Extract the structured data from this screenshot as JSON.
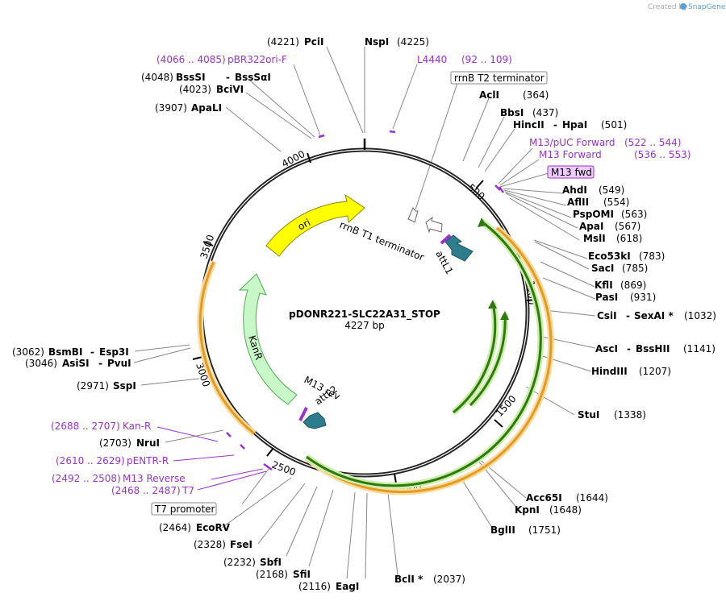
{
  "credit": {
    "prefix": "Created by",
    "brand": "SnapGene"
  },
  "plasmid": {
    "name": "pDONR221-SLC22A31_STOP",
    "size": "4227 bp"
  },
  "ticks": [
    "500",
    "1000",
    "1500",
    "2000",
    "2500",
    "3000",
    "3500",
    "4000"
  ],
  "features": {
    "ori": "ori",
    "kanr": "KanR",
    "rrnb_t1": "rrnB T1 terminator",
    "attl1": "attL1",
    "m13rev": "M13 rev",
    "attl2": "attL2"
  },
  "sites_right": [
    {
      "name": "NspI",
      "pos": "(4225)"
    },
    {
      "name": "AclI",
      "pos": "(364)"
    },
    {
      "name": "BbsI",
      "pos": "(437)"
    },
    {
      "name": "HincII",
      "name2": "HpaI",
      "pos": "(501)"
    },
    {
      "name": "AhdI",
      "pos": "(549)"
    },
    {
      "name": "AflII",
      "pos": "(554)"
    },
    {
      "name": "PspOMI",
      "pos": "(563)"
    },
    {
      "name": "ApaI",
      "pos": "(567)"
    },
    {
      "name": "MslI",
      "pos": "(618)"
    },
    {
      "name": "Eco53kI",
      "pos": "(783)"
    },
    {
      "name": "SacI",
      "pos": "(785)"
    },
    {
      "name": "KflI",
      "pos": "(869)"
    },
    {
      "name": "PasI",
      "pos": "(931)"
    },
    {
      "name": "CsiI",
      "name2": "SexAI *",
      "pos": "(1032)"
    },
    {
      "name": "AscI",
      "name2": "BssHII",
      "pos": "(1141)"
    },
    {
      "name": "HindIII",
      "pos": "(1207)"
    },
    {
      "name": "StuI",
      "pos": "(1338)"
    },
    {
      "name": "Acc65I",
      "pos": "(1644)"
    },
    {
      "name": "KpnI",
      "pos": "(1648)"
    },
    {
      "name": "BglII",
      "pos": "(1751)"
    },
    {
      "name": "BclI *",
      "pos": "(2037)"
    }
  ],
  "sites_left": [
    {
      "name": "PciI",
      "pos": "(4221)"
    },
    {
      "name": "BssSI",
      "name2": "BssSαI",
      "pos": "(4048)"
    },
    {
      "name": "BciVI",
      "pos": "(4023)"
    },
    {
      "name": "ApaLI",
      "pos": "(3907)"
    },
    {
      "name": "BsmBI",
      "name2": "Esp3I",
      "pos": "(3062)"
    },
    {
      "name": "AsiSI",
      "name2": "PvuI",
      "pos": "(3046)"
    },
    {
      "name": "SspI",
      "pos": "(2971)"
    },
    {
      "name": "NruI",
      "pos": "(2703)"
    },
    {
      "name": "EcoRV",
      "pos": "(2464)"
    },
    {
      "name": "FseI",
      "pos": "(2328)"
    },
    {
      "name": "SbfI",
      "pos": "(2232)"
    },
    {
      "name": "SfiI",
      "pos": "(2168)"
    },
    {
      "name": "EagI",
      "pos": "(2116)"
    }
  ],
  "primers": {
    "pbr322": {
      "name": "pBR322ori-F",
      "range": "(4066 .. 4085)"
    },
    "l4440": {
      "name": "L4440",
      "range": "(92 .. 109)"
    },
    "m13puc": {
      "name": "M13/pUC Forward",
      "range": "(522 .. 544)"
    },
    "m13fwd": {
      "name": "M13 Forward",
      "range": "(536 .. 553)"
    },
    "kanr": {
      "name": "Kan-R",
      "range": "(2688 .. 2707)"
    },
    "pentr": {
      "name": "pENTR-R",
      "range": "(2610 .. 2629)"
    },
    "m13rev": {
      "name": "M13 Reverse",
      "range": "(2492 .. 2508)"
    },
    "t7": {
      "name": "T7",
      "range": "(2468 .. 2487)"
    }
  },
  "boxed": {
    "rrnb_t2": "rrnB T2 terminator",
    "m13fwd_box": "M13 fwd",
    "t7prom": "T7 promoter"
  },
  "colors": {
    "ori": "#ffff00",
    "kanr": "#c8f7c8",
    "orf_orange": "#f0a830",
    "orf_green": "#339900",
    "att": "#2e7d8c",
    "primer": "#9933cc"
  }
}
